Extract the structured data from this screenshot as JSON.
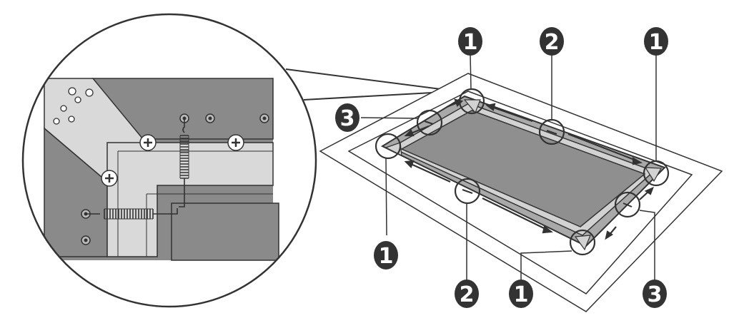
{
  "diagram": {
    "colors": {
      "dark_gray": "#8a8a8a",
      "mid_gray": "#a9a9a9",
      "light_gray": "#d6d6d6",
      "screen_gray": "#8f8f8f",
      "line": "#333333",
      "white": "#ffffff",
      "callout_fill": "#333333"
    },
    "callouts": [
      {
        "id": "c1-top-left",
        "label": "1"
      },
      {
        "id": "c2-top-mid",
        "label": "2"
      },
      {
        "id": "c1-top-right",
        "label": "1"
      },
      {
        "id": "c3-left",
        "label": "3"
      },
      {
        "id": "c1-bottom-left",
        "label": "1"
      },
      {
        "id": "c2-bottom-mid",
        "label": "2"
      },
      {
        "id": "c1-bottom-mid",
        "label": "1"
      },
      {
        "id": "c3-bottom-right",
        "label": "3"
      }
    ],
    "icons": {
      "spring": "spring-icon",
      "screw": "screw-icon",
      "rivet": "rivet-icon",
      "magnifier": "magnifier-circle"
    }
  }
}
